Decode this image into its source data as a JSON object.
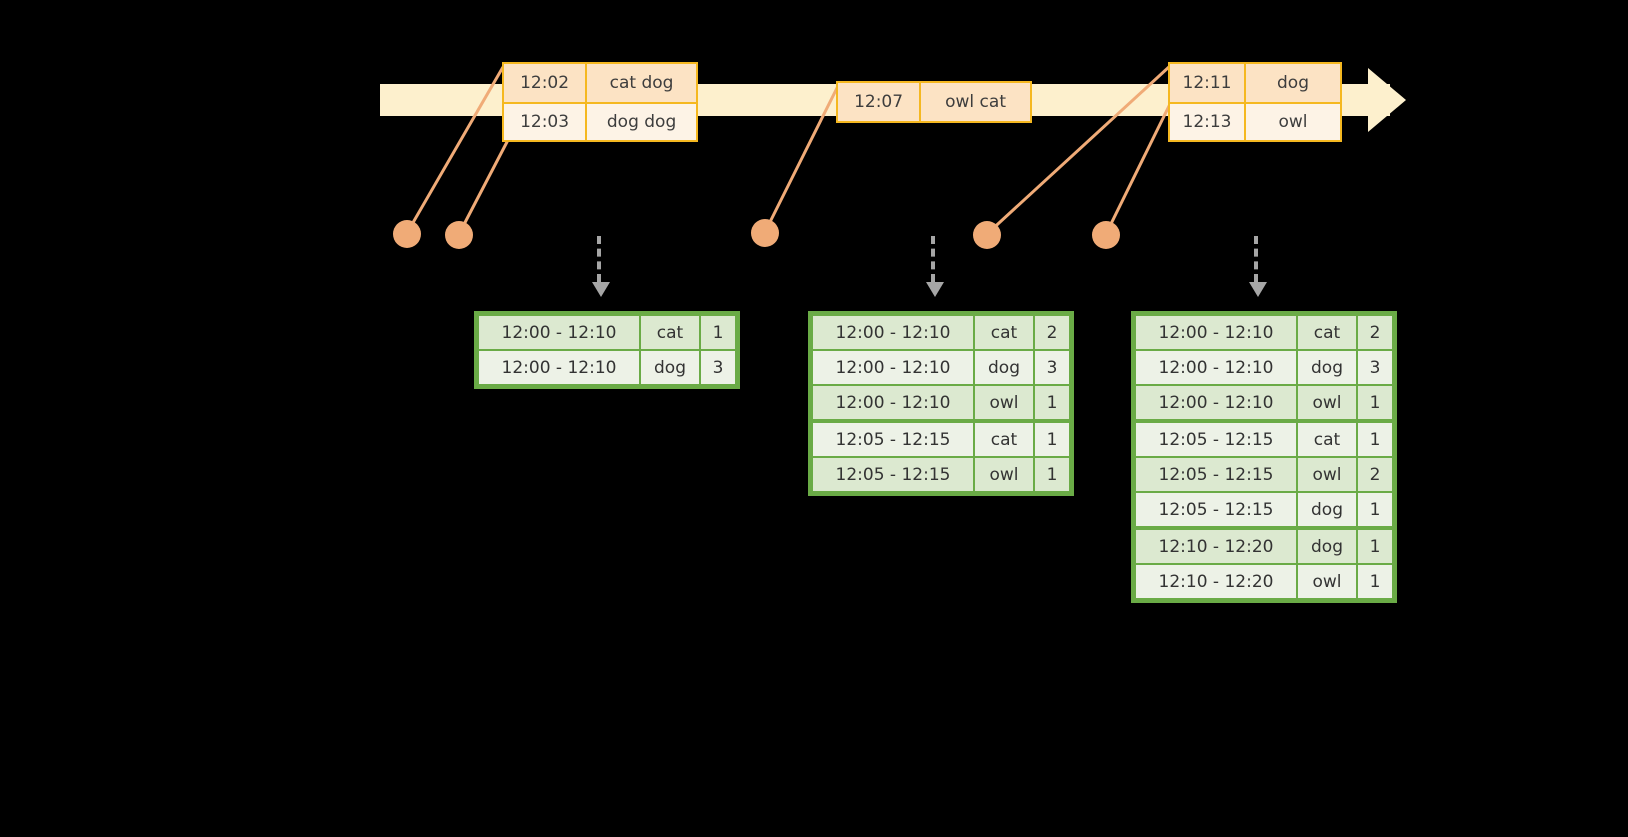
{
  "timeline": {
    "events": [
      {
        "id": "event-group-1",
        "rows": [
          {
            "time": "12:02",
            "words": "cat dog"
          },
          {
            "time": "12:03",
            "words": "dog dog"
          }
        ]
      },
      {
        "id": "event-group-2",
        "rows": [
          {
            "time": "12:07",
            "words": "owl cat"
          }
        ]
      },
      {
        "id": "event-group-3",
        "rows": [
          {
            "time": "12:11",
            "words": "dog"
          },
          {
            "time": "12:13",
            "words": "owl"
          }
        ]
      }
    ]
  },
  "tables": [
    {
      "id": "result-table-1",
      "rows": [
        {
          "window": "12:00 - 12:10",
          "word": "cat",
          "count": "1"
        },
        {
          "window": "12:00 - 12:10",
          "word": "dog",
          "count": "3"
        }
      ]
    },
    {
      "id": "result-table-2",
      "rows": [
        {
          "window": "12:00 - 12:10",
          "word": "cat",
          "count": "2"
        },
        {
          "window": "12:00 - 12:10",
          "word": "dog",
          "count": "3"
        },
        {
          "window": "12:00 - 12:10",
          "word": "owl",
          "count": "1"
        },
        {
          "window": "12:05 - 12:15",
          "word": "cat",
          "count": "1"
        },
        {
          "window": "12:05 - 12:15",
          "word": "owl",
          "count": "1"
        }
      ]
    },
    {
      "id": "result-table-3",
      "rows": [
        {
          "window": "12:00 - 12:10",
          "word": "cat",
          "count": "2"
        },
        {
          "window": "12:00 - 12:10",
          "word": "dog",
          "count": "3"
        },
        {
          "window": "12:00 - 12:10",
          "word": "owl",
          "count": "1"
        },
        {
          "window": "12:05 - 12:15",
          "word": "cat",
          "count": "1"
        },
        {
          "window": "12:05 - 12:15",
          "word": "owl",
          "count": "2"
        },
        {
          "window": "12:05 - 12:15",
          "word": "dog",
          "count": "1"
        },
        {
          "window": "12:10 - 12:20",
          "word": "dog",
          "count": "1"
        },
        {
          "window": "12:10 - 12:20",
          "word": "owl",
          "count": "1"
        }
      ]
    }
  ],
  "colors": {
    "timeline_bar": "#fdf0cd",
    "event_border": "#f5b820",
    "event_fill_alt": "#fce3c4",
    "event_fill": "#fdf3e6",
    "connector": "#f0ab77",
    "table_border": "#6aab46",
    "table_fill_dark": "#dce9d0",
    "table_fill_light": "#edf2e7",
    "arrow_gray": "#a6a6a6",
    "background": "#000000"
  }
}
